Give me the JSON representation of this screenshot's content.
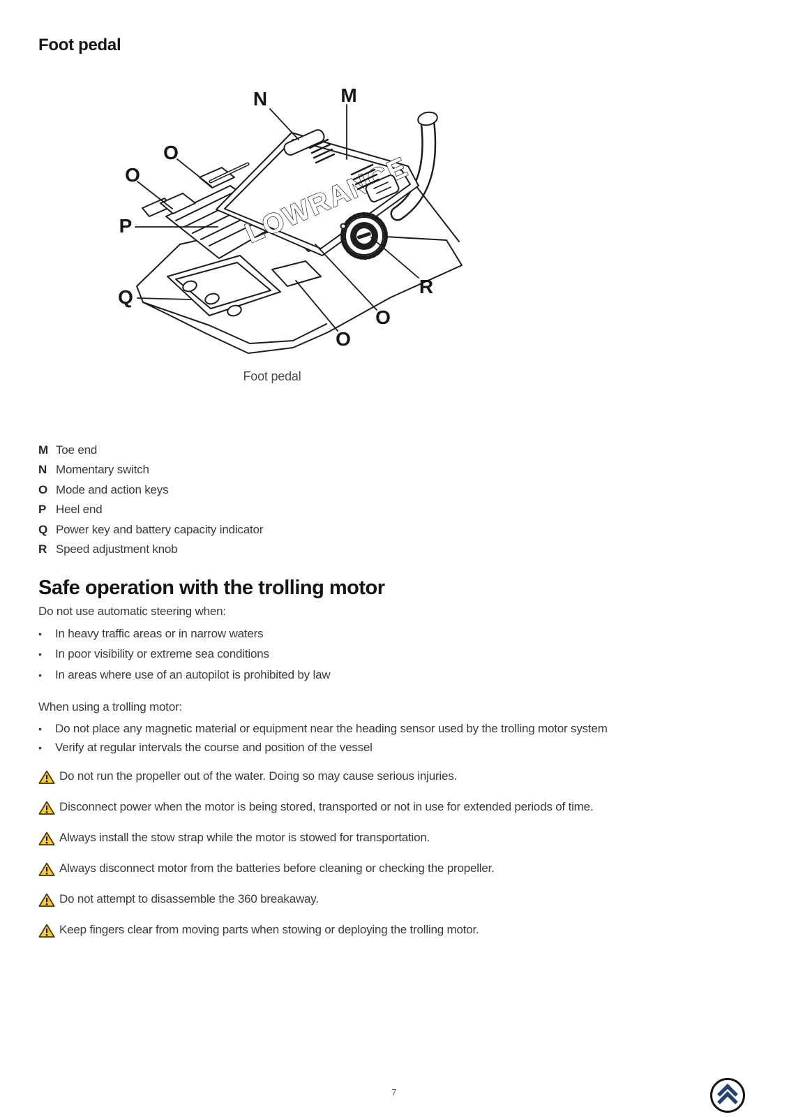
{
  "page": {
    "title": "Foot pedal",
    "page_number": "7"
  },
  "diagram": {
    "caption": "Foot pedal",
    "device_label": "LOWRANCE",
    "callouts": [
      {
        "letter": "N"
      },
      {
        "letter": "M"
      },
      {
        "letter": "O"
      },
      {
        "letter": "O"
      },
      {
        "letter": "P"
      },
      {
        "letter": "Q"
      },
      {
        "letter": "R"
      },
      {
        "letter": "O"
      },
      {
        "letter": "O"
      }
    ]
  },
  "legend": {
    "items": [
      {
        "key": "M",
        "label": "Toe end"
      },
      {
        "key": "N",
        "label": "Momentary switch"
      },
      {
        "key": "O",
        "label": "Mode and action keys"
      },
      {
        "key": "P",
        "label": "Heel end"
      },
      {
        "key": "Q",
        "label": "Power key and battery capacity indicator"
      },
      {
        "key": "R",
        "label": "Speed adjustment knob"
      }
    ]
  },
  "safe_operation": {
    "heading": "Safe operation with the trolling motor",
    "intro1": "Do not use automatic steering when:",
    "bullets1": [
      "In heavy traffic areas or in narrow waters",
      "In poor visibility or extreme sea conditions",
      "In areas where use of an autopilot is prohibited by law"
    ],
    "intro2": "When using a trolling motor:",
    "bullets2": [
      "Do not place any magnetic material or equipment near the heading sensor used by the trolling motor system",
      "Verify at regular intervals the course and position of the vessel"
    ],
    "warnings": [
      "Do not run the propeller out of the water. Doing so may cause serious injuries.",
      "Disconnect power when the motor is being stored, transported or not in use for extended periods of time.",
      "Always install the stow strap while the motor is stowed for transportation.",
      "Always disconnect motor from the batteries before cleaning or checking the propeller.",
      "Do not attempt to disassemble the 360 breakaway.",
      "Keep fingers clear from moving parts when stowing or deploying the trolling motor."
    ]
  },
  "colors": {
    "line_art": "#1c1c1c",
    "warning_fill": "#f6c844",
    "warning_border": "#453800",
    "logo_navy": "#24426a"
  }
}
